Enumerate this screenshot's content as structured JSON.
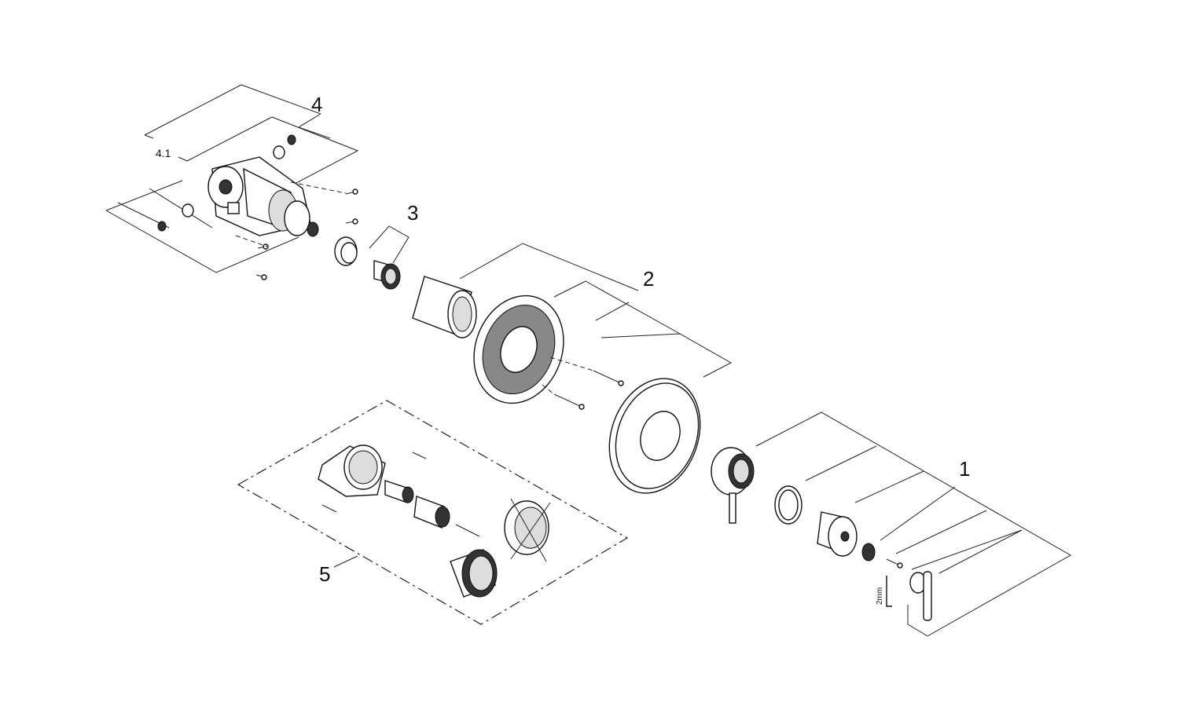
{
  "callouts": {
    "c1": "1",
    "c2": "2",
    "c3": "3",
    "c4": "4",
    "c4_1": "4.1",
    "c5": "5",
    "hex_key": "2mm"
  },
  "colors": {
    "line": "#222222",
    "fill_dark": "#333333",
    "fill_mid": "#888888",
    "background": "#ffffff"
  }
}
